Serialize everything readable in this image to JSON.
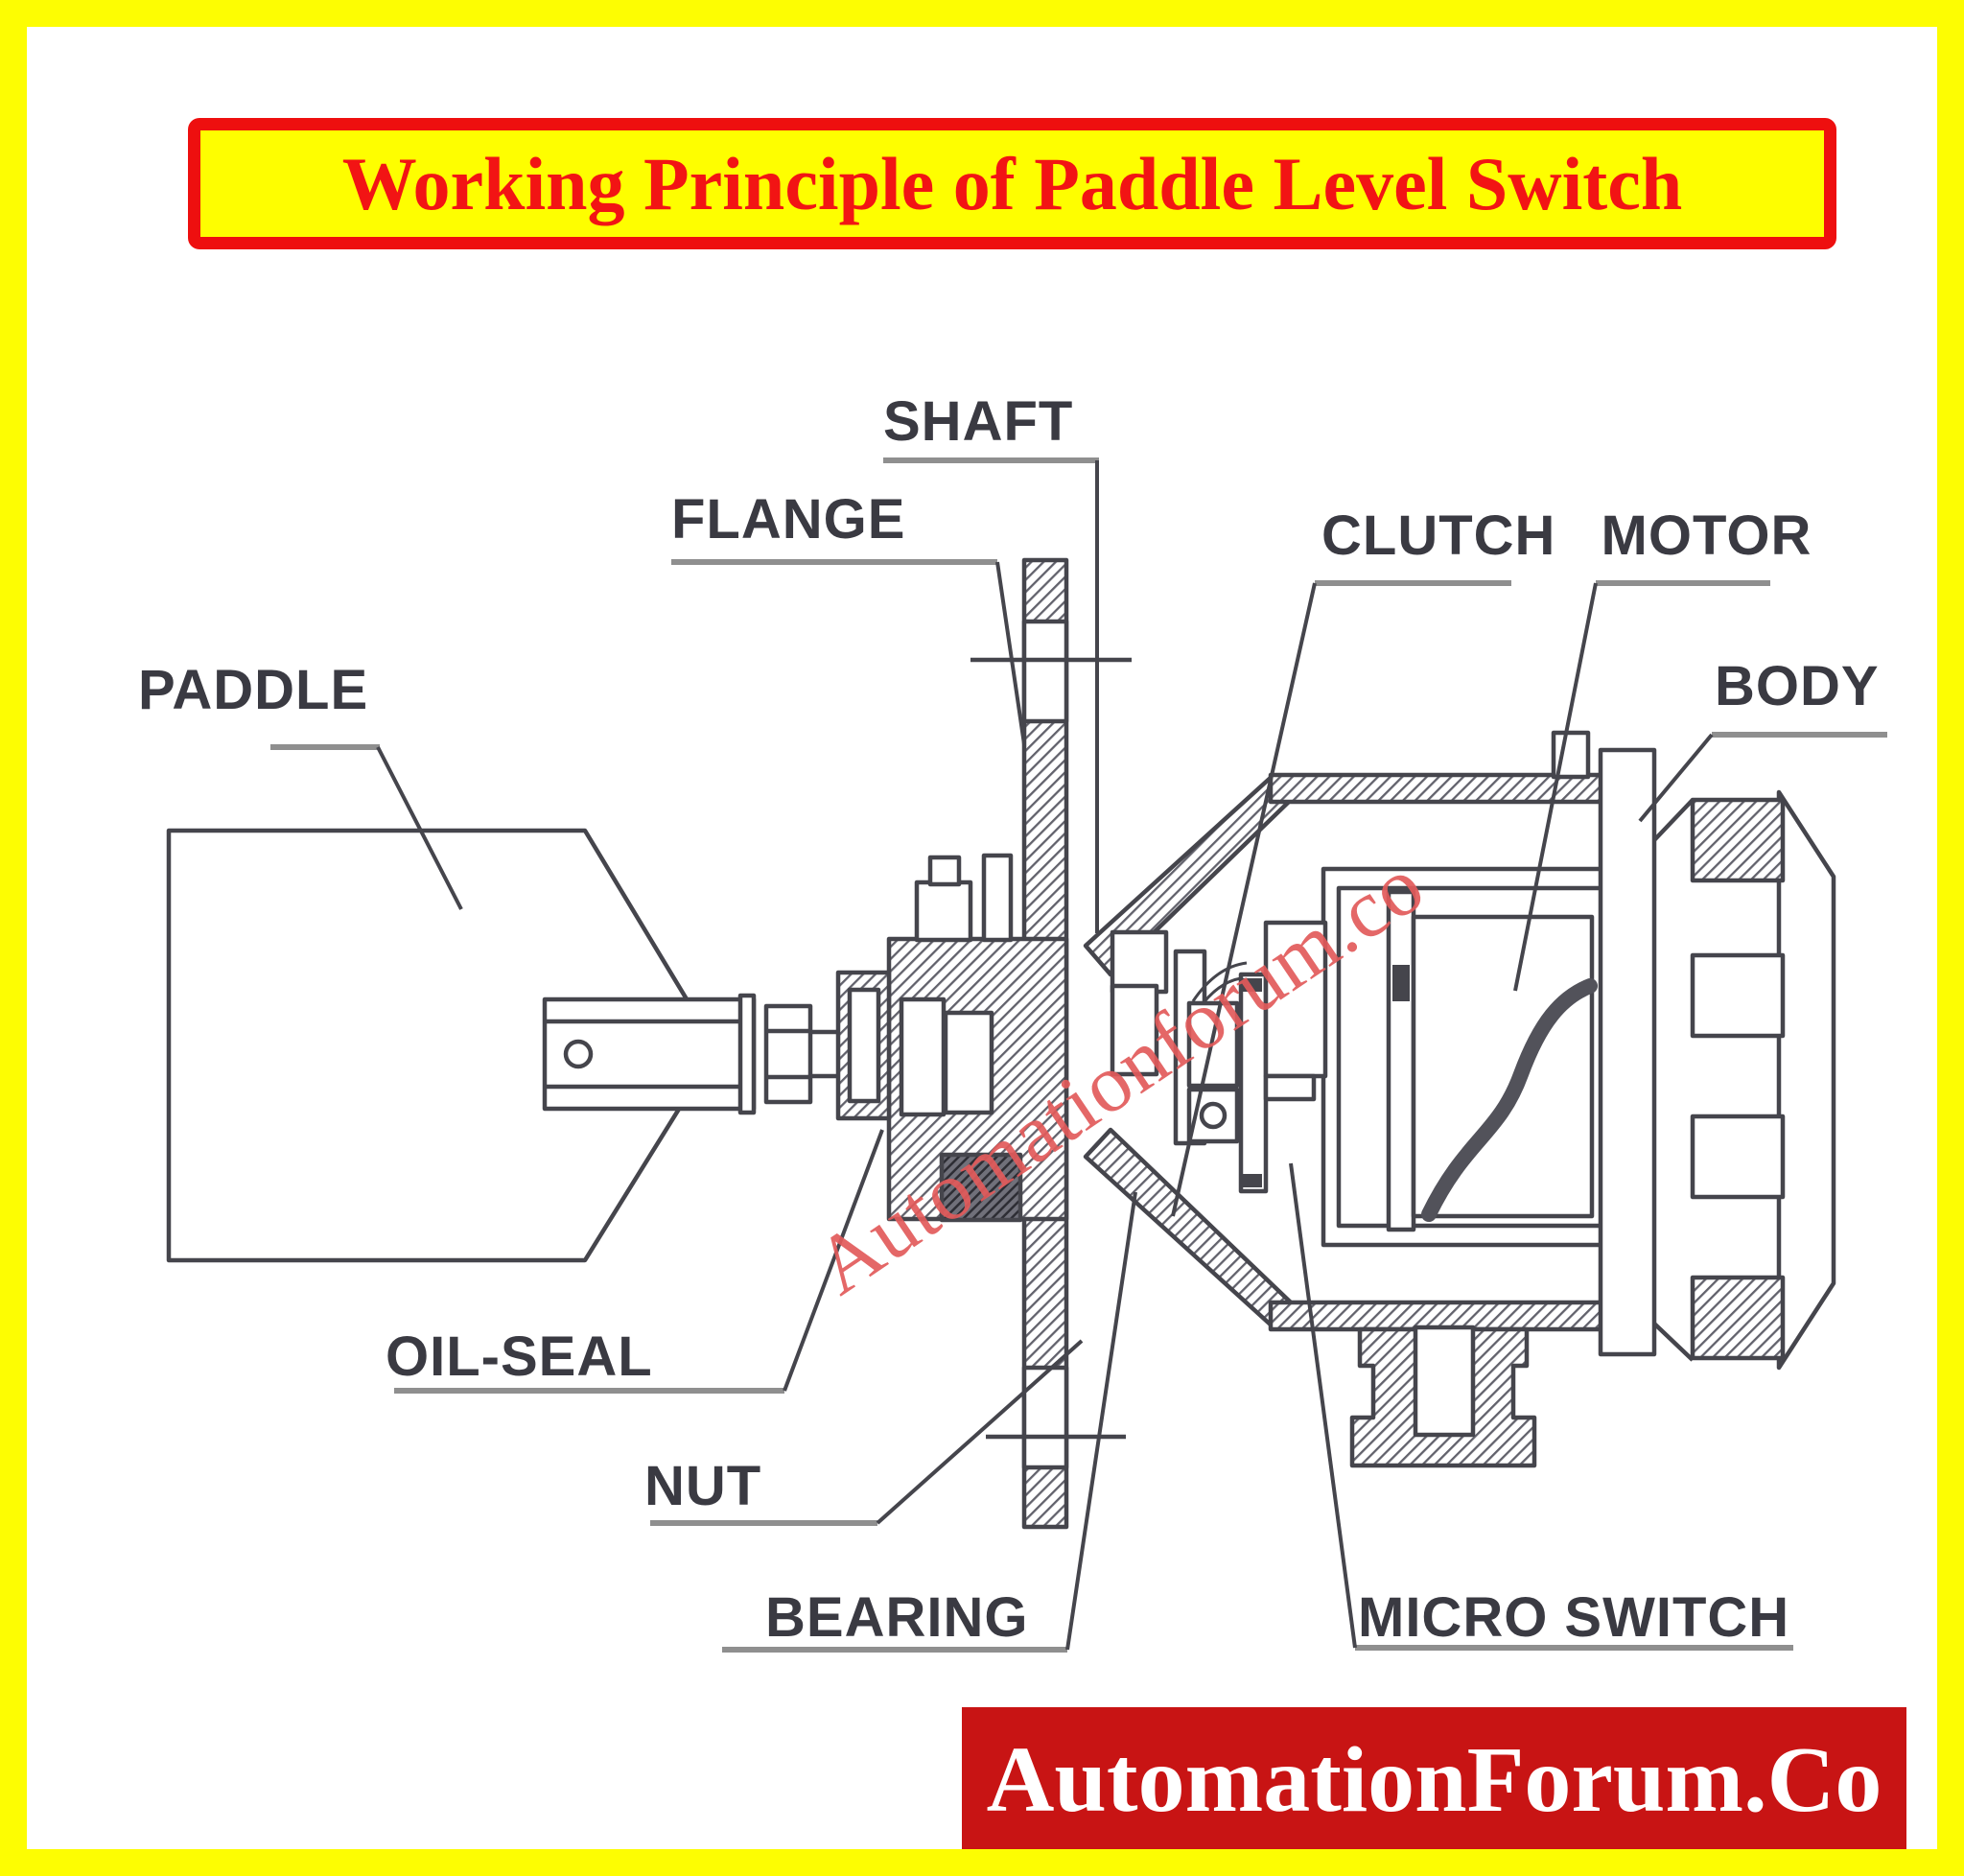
{
  "title": {
    "text": "Working Principle of Paddle Level Switch"
  },
  "labels": {
    "paddle": "PADDLE",
    "shaft": "SHAFT",
    "flange": "FLANGE",
    "clutch_motor": "CLUTCH MOTOR",
    "body": "BODY",
    "oil_seal": "OIL-SEAL",
    "nut": "NUT",
    "bearing": "BEARING",
    "micro_switch": "MICRO SWITCH"
  },
  "watermark": {
    "text": "Automationforum.co"
  },
  "footer": {
    "text": "AutomationForum.Co"
  },
  "colors": {
    "frame_yellow": "#fdfd02",
    "title_red": "#f21414",
    "title_fill": "#fefe00",
    "title_border": "#ee0f0f",
    "banner_red": "#c81414",
    "banner_text": "#ffffff",
    "watermark_red": "#e25a5a",
    "drawing_line": "#45454c",
    "label_gray": "#3a3a42",
    "underline_gray": "#8f8f8f"
  }
}
